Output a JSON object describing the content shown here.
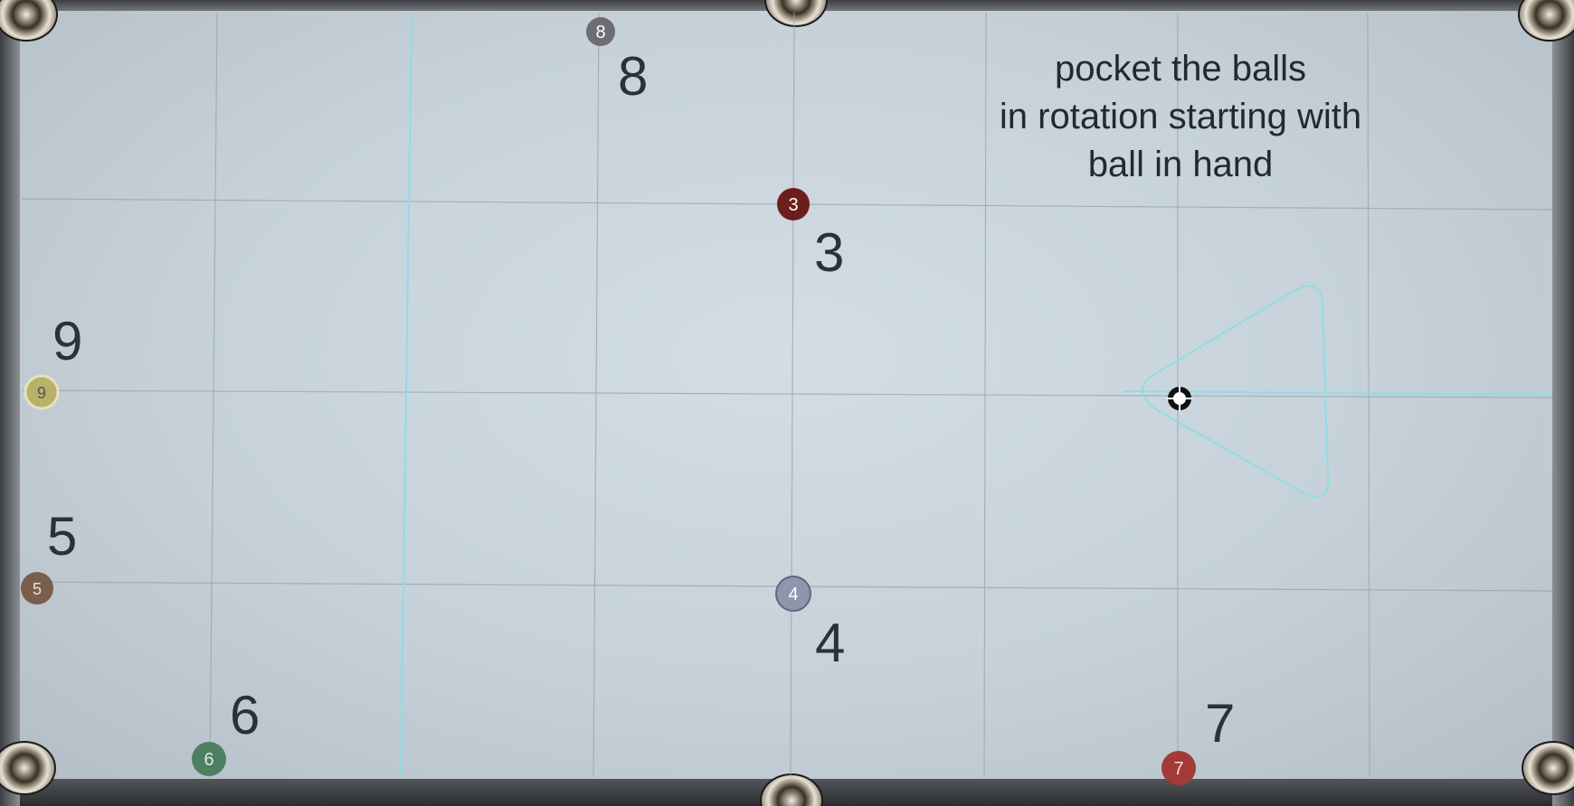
{
  "instructions": {
    "line1": "pocket the balls",
    "line2": "in rotation starting with",
    "line3": "ball in hand"
  },
  "balls": [
    {
      "number": "8",
      "label": "8",
      "color": "#6e6e72"
    },
    {
      "number": "3",
      "label": "3",
      "color": "#6a1f1c"
    },
    {
      "number": "9",
      "label": "9",
      "color": "#b9b06a"
    },
    {
      "number": "5",
      "label": "5",
      "color": "#7a5e4c"
    },
    {
      "number": "4",
      "label": "4",
      "color": "#8e95ad"
    },
    {
      "number": "6",
      "label": "6",
      "color": "#4f7f61"
    },
    {
      "number": "7",
      "label": "7",
      "color": "#a33a36"
    }
  ],
  "colors": {
    "cloth": "#c8d3db",
    "guide_line": "#8fdde6",
    "grid_line": "#9aa3aa",
    "text": "#2d3136"
  },
  "cue_ball_marker_icon": "crosshair-target-icon",
  "rack_icon": "triangle-rack-icon"
}
